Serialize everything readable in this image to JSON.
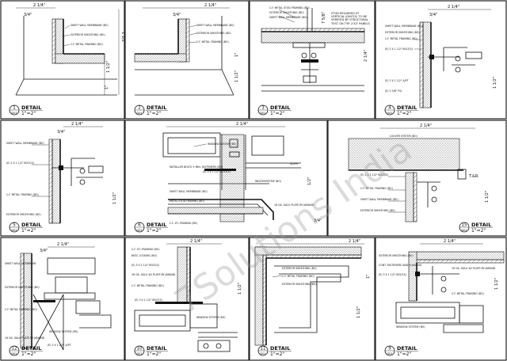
{
  "watermark": "7Solutions India",
  "common": {
    "detail_word": "DETAIL",
    "sheet_ref": "D01",
    "scale": "1\"=2\""
  },
  "dims": {
    "d214": "2 1/4\"",
    "d34": "3/4\"",
    "d112": "1 1/2\"",
    "d358": "3 5/8\"",
    "d112b": "1 1/2\"",
    "d1": "1\"",
    "d12": "1/2\"",
    "d758": "7 5/8\"",
    "tar": "T.&R."
  },
  "labels": {
    "sheet_wall_membrane": "SHEET WALL MEMBRANE (BO)",
    "exterior_sheathing": "EXTERIOR SHEATHING (BO)",
    "cf_metal_framing": "C.F. METAL FRAMING (BO)",
    "cf_metal_framing_multi": "C.F. METAL FRAMING (BO)",
    "stud_required": "STUD REQUIRED AT VERTICAL JOINT(S) TO BE VERIFIED BY STRUCTURAL TEST ON TYP. 2'X3' PANELS",
    "stud_framing": "C.F. METAL STUD FRAMING (BO)",
    "bolt": "(E) 2 X 1 1/2\" BOLT(S)",
    "bolt_ap": "(E) 3 X 1 1/2\" A/PT",
    "bolt_ap2": "(E) 3 X 1 1/2\" BOLT(S)",
    "bolt_ap3": "(E) 3 3/8\" FIX",
    "window_system": "WINDOW SYSTEM (BO)",
    "louver_system": "LOUVER SYSTEM (BO)",
    "slope": "SLOPE",
    "installer_bolts": "INSTALLER BOLTS ± MIN. FASTENERS (BO)",
    "sheet_wall_membrane_bo": "SHEET WALL MEMBRANE (BO)",
    "weatherstrip": "WEATHERSTRIP (BO)",
    "metal_stud": "METAL STUD FRAMING (BO)",
    "ga_coil": "16 GA. COIL W/S, PLATE BY JAMAND",
    "sheet_wall_block": "SHEET WALL MEMBRANE",
    "exterior_sheathing_block": "EXTERIOR SHEATHING (BO)",
    "cf_metal_block": "C.F. METAL FRAMING (BO)",
    "window_system_block": "WINDOW SYSTEM (BO)",
    "ga_galv": "16 GA. GALV. PLATE BY JAMAND",
    "cf_ltl": "C.F. LTL FRAMING (BO)",
    "nesc": "NESC LOCKING (BO)",
    "ga_galv2": "16 GA. GALV. W/ PLATE BY JAMAND",
    "bolt5": "(E) 3 X 1 1/2\" BOLT(S)",
    "ext_sheathing11": "EXTERIOR SHEATHING (BO)",
    "cf_metal11": "C.F. METAL FRAMING (BO)",
    "metal_sheathing11": "EXTERIOR SHEATHING (BO)",
    "sheathing9": "EXTERIOR SHEATHING (BO)",
    "flashing9": "CONT. FASTENERS AND FLASHING",
    "window9": "WINDOW SYSTEM (BO)",
    "ga9": "16 GA. GALV. W/ PLATE BY JAMAND",
    "bolt9": "(E) 3 X 1 1/2\" BOLT(S)",
    "cf9": "C.F. METAL FRAMING (BO)"
  },
  "panels": [
    {
      "num": "1",
      "detail": "DETAIL",
      "ref": "D01",
      "scale": "1\"=2\""
    },
    {
      "num": "2",
      "detail": "DETAIL",
      "ref": "D01",
      "scale": "1\"=2\""
    },
    {
      "num": "3",
      "detail": "DETAIL",
      "ref": "D01",
      "scale": "1\"=2\""
    },
    {
      "num": "4",
      "detail": "DETAIL",
      "ref": "D01",
      "scale": "1\"=2\""
    },
    {
      "num": "5",
      "detail": "DETAIL",
      "ref": "D01",
      "scale": "1\"=2\""
    },
    {
      "num": "6",
      "detail": "DETAIL",
      "ref": "D01",
      "scale": "1\"=2\""
    },
    {
      "num": "15",
      "detail": "DETAIL",
      "ref": "D01",
      "scale": "1\"=2\""
    },
    {
      "num": "12",
      "detail": "DETAIL",
      "ref": "D01",
      "scale": "1\"=2\""
    },
    {
      "num": "10",
      "detail": "DETAIL",
      "ref": "D01",
      "scale": "1\"=2\""
    },
    {
      "num": "11",
      "detail": "DETAIL",
      "ref": "D01",
      "scale": "1\"=2\""
    },
    {
      "num": "9",
      "detail": "DETAIL",
      "ref": "D01",
      "scale": "1\"=2\""
    }
  ]
}
